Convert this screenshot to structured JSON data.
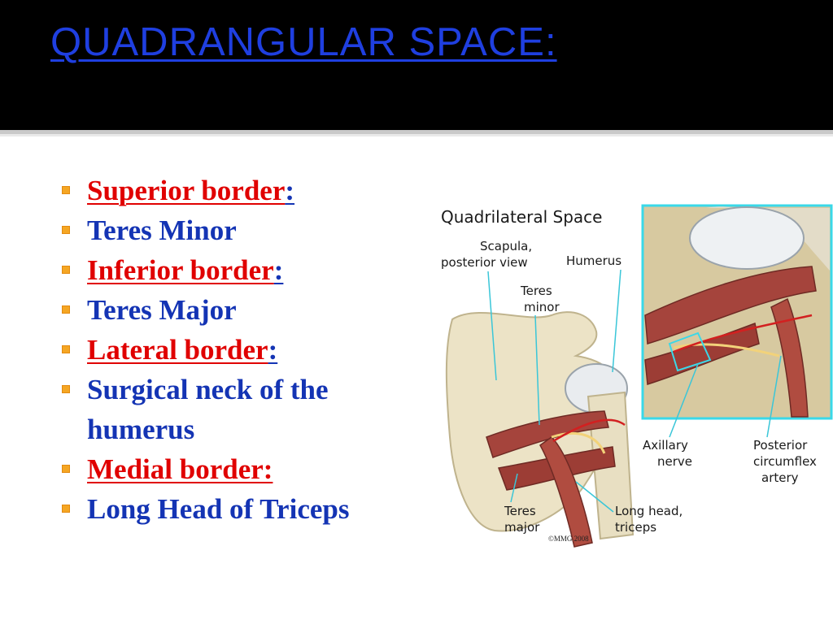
{
  "slide": {
    "title": "QUADRANGULAR SPACE:",
    "bullets": [
      {
        "kind": "heading",
        "label": "Superior border",
        "suffix": ":"
      },
      {
        "kind": "text",
        "text": "Teres Minor"
      },
      {
        "kind": "heading",
        "label": "Inferior border",
        "suffix": ":"
      },
      {
        "kind": "text",
        "text": "Teres Major"
      },
      {
        "kind": "heading",
        "label": "Lateral border",
        "suffix": ":"
      },
      {
        "kind": "text",
        "text": "Surgical neck of the humerus"
      },
      {
        "kind": "heading",
        "label": "Medial border:",
        "suffix": ""
      },
      {
        "kind": "text",
        "text": " Long Head of Triceps"
      }
    ]
  },
  "figure": {
    "title": "Quadrilateral Space",
    "labels": {
      "scapula_line1": "Scapula,",
      "scapula_line2": "posterior view",
      "humerus": "Humerus",
      "teres_minor_line1": "Teres",
      "teres_minor_line2": "minor",
      "axillary_line1": "Axillary",
      "axillary_line2": "nerve",
      "pca_line1": "Posterior",
      "pca_line2": "circumflex",
      "pca_line3": "artery",
      "teres_major_line1": "Teres",
      "teres_major_line2": "major",
      "long_head_line1": "Long head,",
      "long_head_line2": "triceps"
    },
    "copyright": "©MMG 2008"
  },
  "colors": {
    "header_bg": "#000000",
    "title": "#1f3fe0",
    "heading_text": "#e00000",
    "body_text": "#1434b4",
    "bullet": "#f5a623",
    "inset_border": "#3ad8e8"
  }
}
